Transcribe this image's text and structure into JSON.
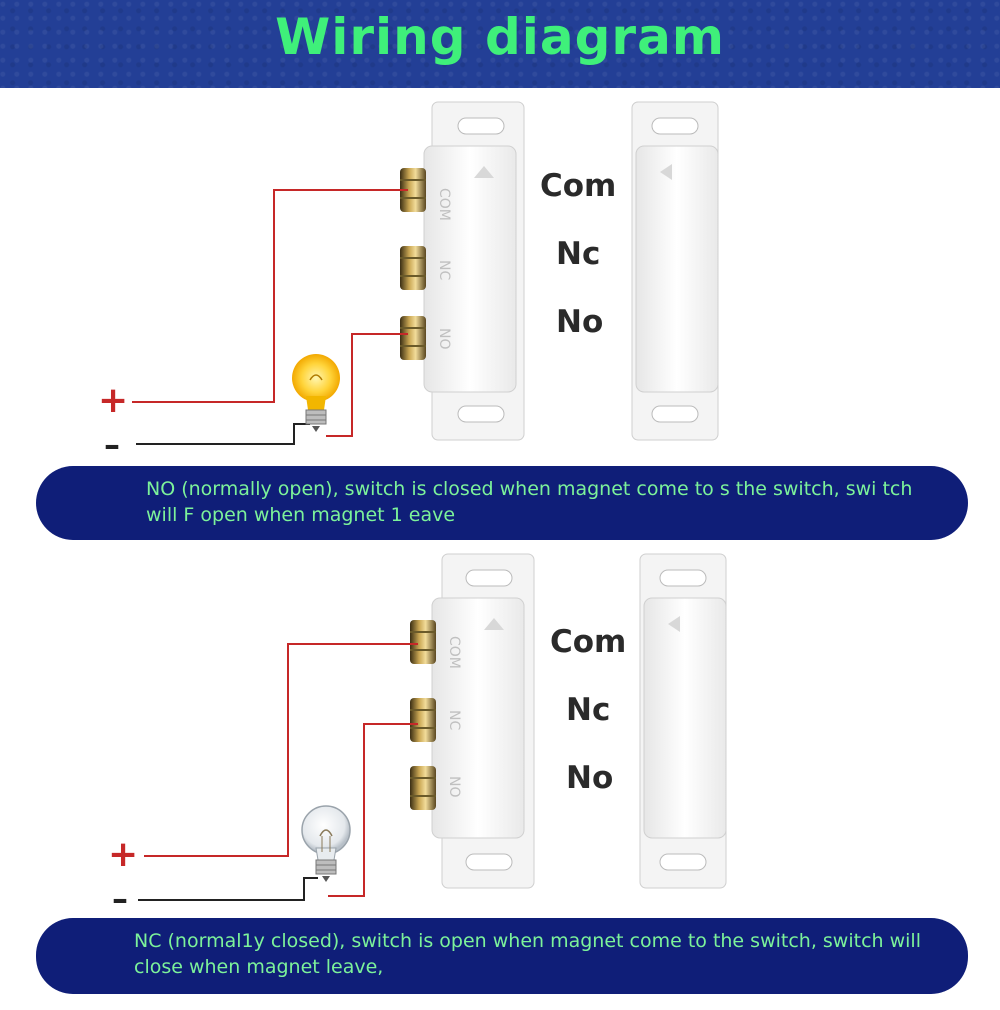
{
  "title": "Wiring diagram",
  "panels": [
    {
      "labels": {
        "com": "Com",
        "nc": "Nc",
        "no": "No"
      },
      "terminals": {
        "com": "COM",
        "nc": "NC",
        "no": "NO"
      },
      "plus": "+",
      "minus": "–",
      "bulb_state": "on",
      "description": "NO (normally open), switch is closed when magnet come to s the switch, swi tch will F open when magnet 1 eave"
    },
    {
      "labels": {
        "com": "Com",
        "nc": "Nc",
        "no": "No"
      },
      "terminals": {
        "com": "COM",
        "nc": "NC",
        "no": "NO"
      },
      "plus": "+",
      "minus": "–",
      "bulb_state": "off",
      "description": "NC (normal1y closed), switch is open when magnet come to the switch, switch will close when magnet leave,"
    }
  ],
  "colors": {
    "header": "#233f96",
    "title": "#3ff07a",
    "banner": "#0f1e78",
    "banner_text": "#7cf29a",
    "wire_positive": "#c62828",
    "wire_negative": "#222222"
  }
}
